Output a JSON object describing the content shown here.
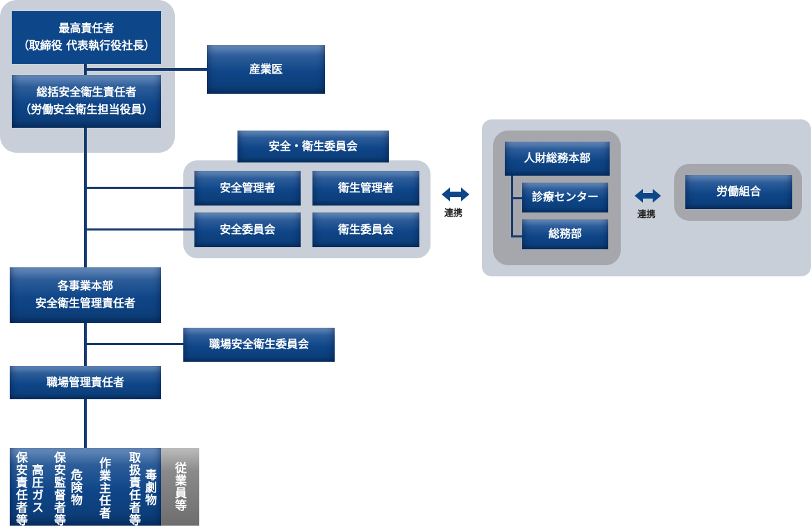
{
  "top": {
    "ceo_line1": "最高責任者",
    "ceo_line2": "（取締役  代表執行役社長）",
    "gm_line1": "総括安全衛生責任者",
    "gm_line2": "（労働安全衛生担当役員）",
    "doctor": "産業医"
  },
  "committee": {
    "title": "安全・衛生委員会",
    "items": [
      "安全管理者",
      "衛生管理者",
      "安全委員会",
      "衛生委員会"
    ]
  },
  "link_label": "連携",
  "hr": {
    "head": "人財総務本部",
    "subs": [
      "診療センター",
      "総務部"
    ],
    "union": "労働組合"
  },
  "division": {
    "line1": "各事業本部",
    "line2": "安全衛生管理責任者",
    "workplace_committee": "職場安全衛生委員会",
    "workplace_manager": "職場管理責任者"
  },
  "bottom": {
    "columns": [
      "保安責任者等",
      "高圧ガス",
      "保安監督者等",
      "危険物",
      "作業主任者",
      "取扱責任者等",
      "毒劇物"
    ],
    "employees": "従業員等"
  },
  "colors": {
    "navy": "#0e4789",
    "line": "#173a6e",
    "panel": "#c9cfd8",
    "panel_dark": "#a5a7ac"
  }
}
